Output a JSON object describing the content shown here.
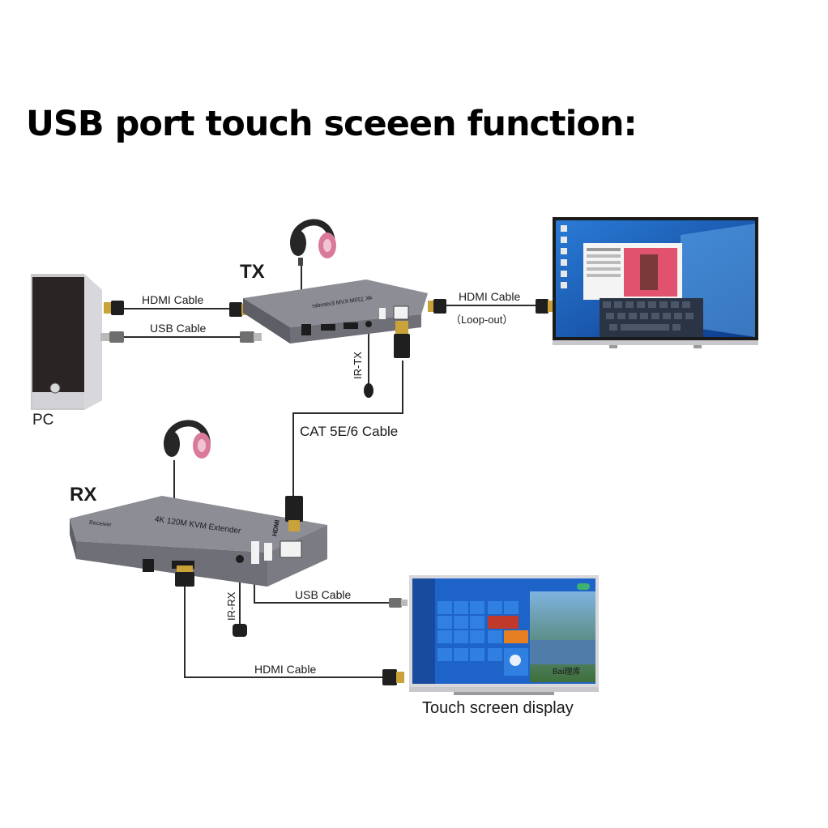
{
  "title": "USB port touch sceeen function:",
  "devices": {
    "tx": {
      "label": "TX"
    },
    "rx": {
      "label": "RX",
      "box_text": "4K 120M KVM Extender",
      "box_sub": "Receiver"
    },
    "tx_box_text": "4K 120M KVM Extender",
    "hdmi_logo": "HDMI",
    "pc": {
      "label": "PC"
    },
    "touch_display": {
      "label": "Touch screen display",
      "brand": "Bai理库"
    }
  },
  "cables": {
    "pc_hdmi": "HDMI Cable",
    "pc_usb": "USB Cable",
    "loop_hdmi": "HDMI Cable",
    "loop_note": "（Loop-out）",
    "cat": "CAT 5E/6 Cable",
    "ir_tx": "IR-TX",
    "ir_rx": "IR-RX",
    "rx_usb": "USB Cable",
    "rx_hdmi": "HDMI Cable"
  },
  "colors": {
    "cable": "#2b2b2b",
    "box_top": "#8c8d95",
    "box_front": "#6e6f77",
    "headphone": "#262626",
    "headphone_accent": "#d97a9a",
    "screen_blue": "#1e63c8"
  }
}
